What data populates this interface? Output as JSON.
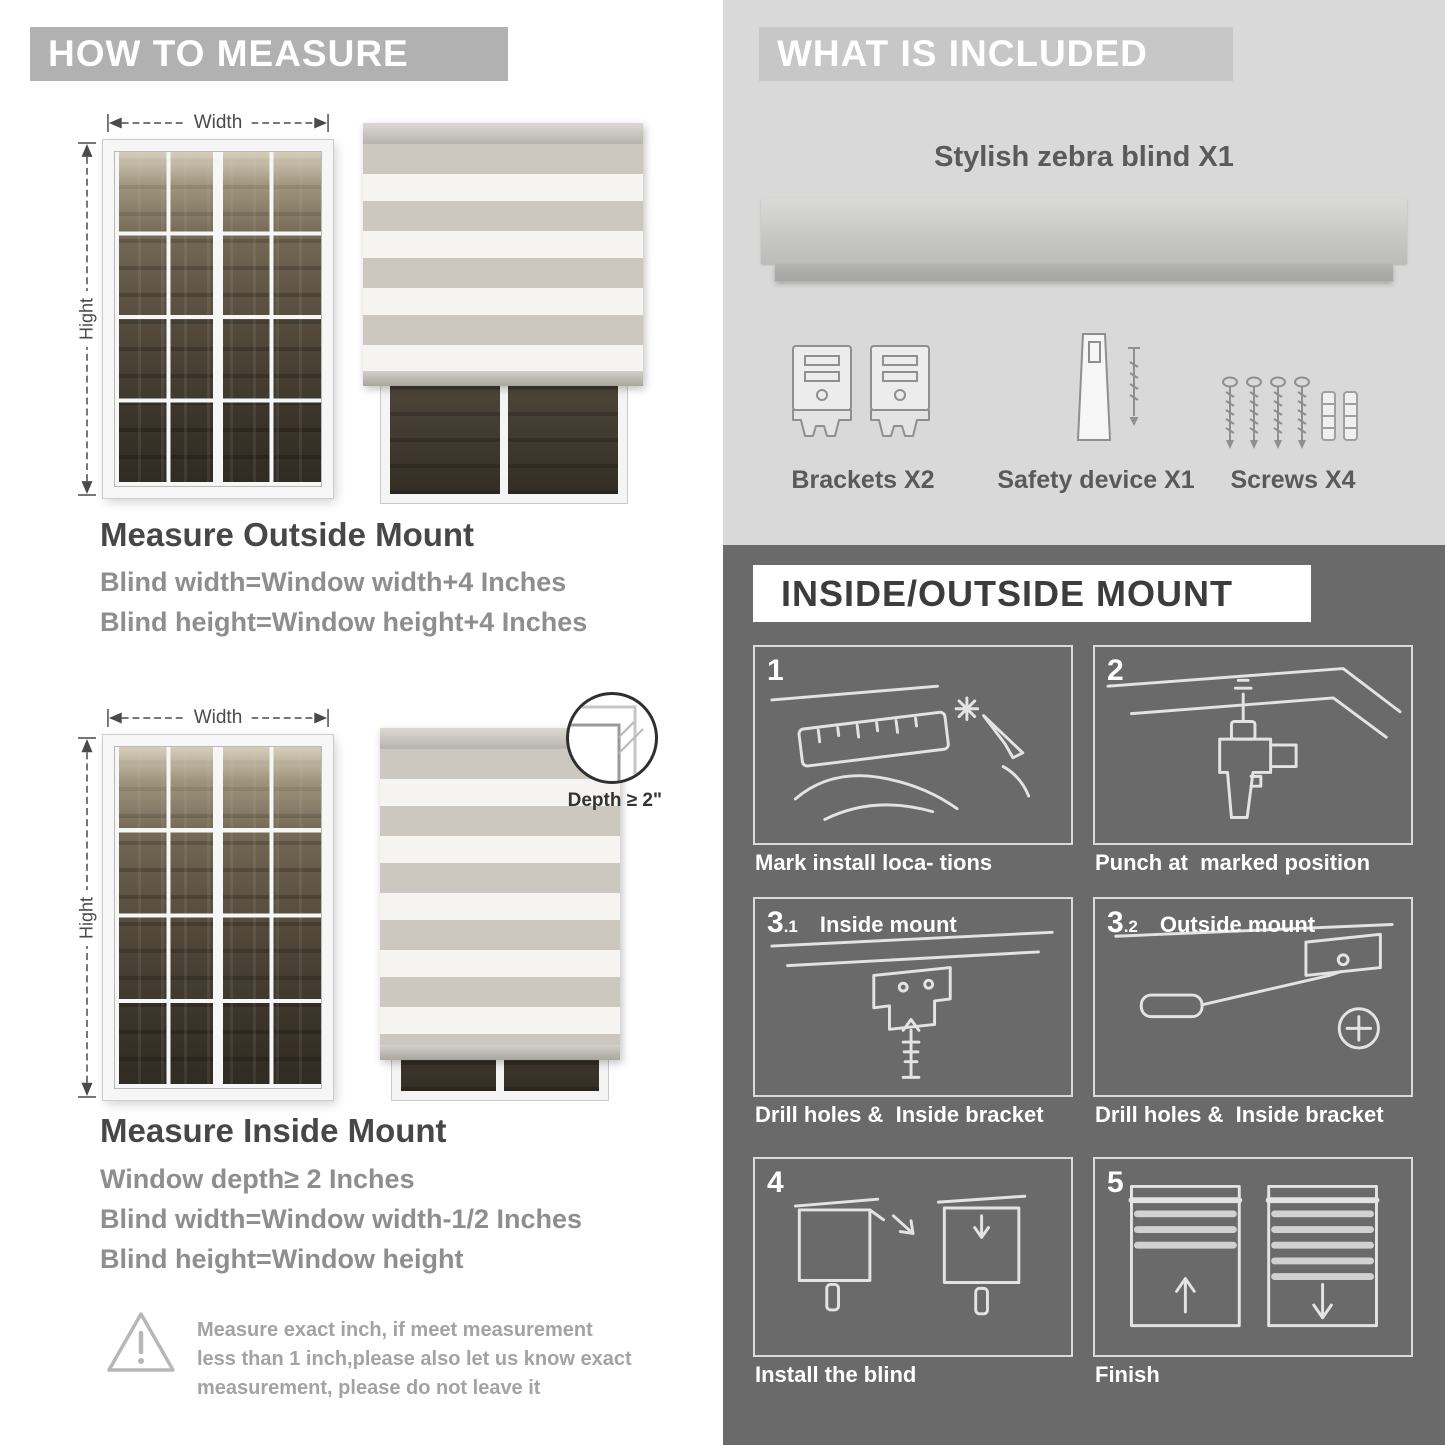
{
  "left": {
    "header": "HOW TO MEASURE",
    "dim_labels": {
      "width": "Width",
      "height": "Hight"
    },
    "outside": {
      "title": "Measure Outside Mount",
      "line1": "Blind width=Window width+4 Inches",
      "line2": "Blind height=Window height+4 Inches"
    },
    "inside": {
      "depth_callout": "Depth ≥ 2\"",
      "title": "Measure Inside Mount",
      "line1": "Window depth≥ 2 Inches",
      "line2": "Blind width=Window width-1/2 Inches",
      "line3": "Blind height=Window height"
    },
    "warning_text": "Measure exact inch, if meet measurement less than 1 inch,please also let us know exact measurement, please do not leave it"
  },
  "right": {
    "included": {
      "header": "WHAT IS INCLUDED",
      "product_label": "Stylish zebra blind X1",
      "brackets_label": "Brackets X2",
      "safety_label": "Safety device X1",
      "screws_label": "Screws X4"
    },
    "mount": {
      "header": "INSIDE/OUTSIDE MOUNT",
      "steps": [
        {
          "num": "1",
          "sub": "",
          "label": "",
          "caption": "Mark install loca- tions"
        },
        {
          "num": "2",
          "sub": "",
          "label": "",
          "caption": "Punch at  marked position"
        },
        {
          "num": "3",
          "sub": ".1",
          "label": "Inside mount",
          "caption": "Drill holes &  Inside bracket"
        },
        {
          "num": "3",
          "sub": ".2",
          "label": "Outside mount",
          "caption": "Drill holes &  Inside bracket"
        },
        {
          "num": "4",
          "sub": "",
          "label": "",
          "caption": "Install the blind"
        },
        {
          "num": "5",
          "sub": "",
          "label": "",
          "caption": "Finish"
        }
      ]
    }
  },
  "colors": {
    "left_header_bar": "#b1b1b1",
    "right_header_bar": "#c7c7c7",
    "light_panel_bg": "#d9d9d9",
    "dark_panel_bg": "#6a6a6a",
    "heading_text": "#474747",
    "sub_text": "#8e8e8e"
  }
}
